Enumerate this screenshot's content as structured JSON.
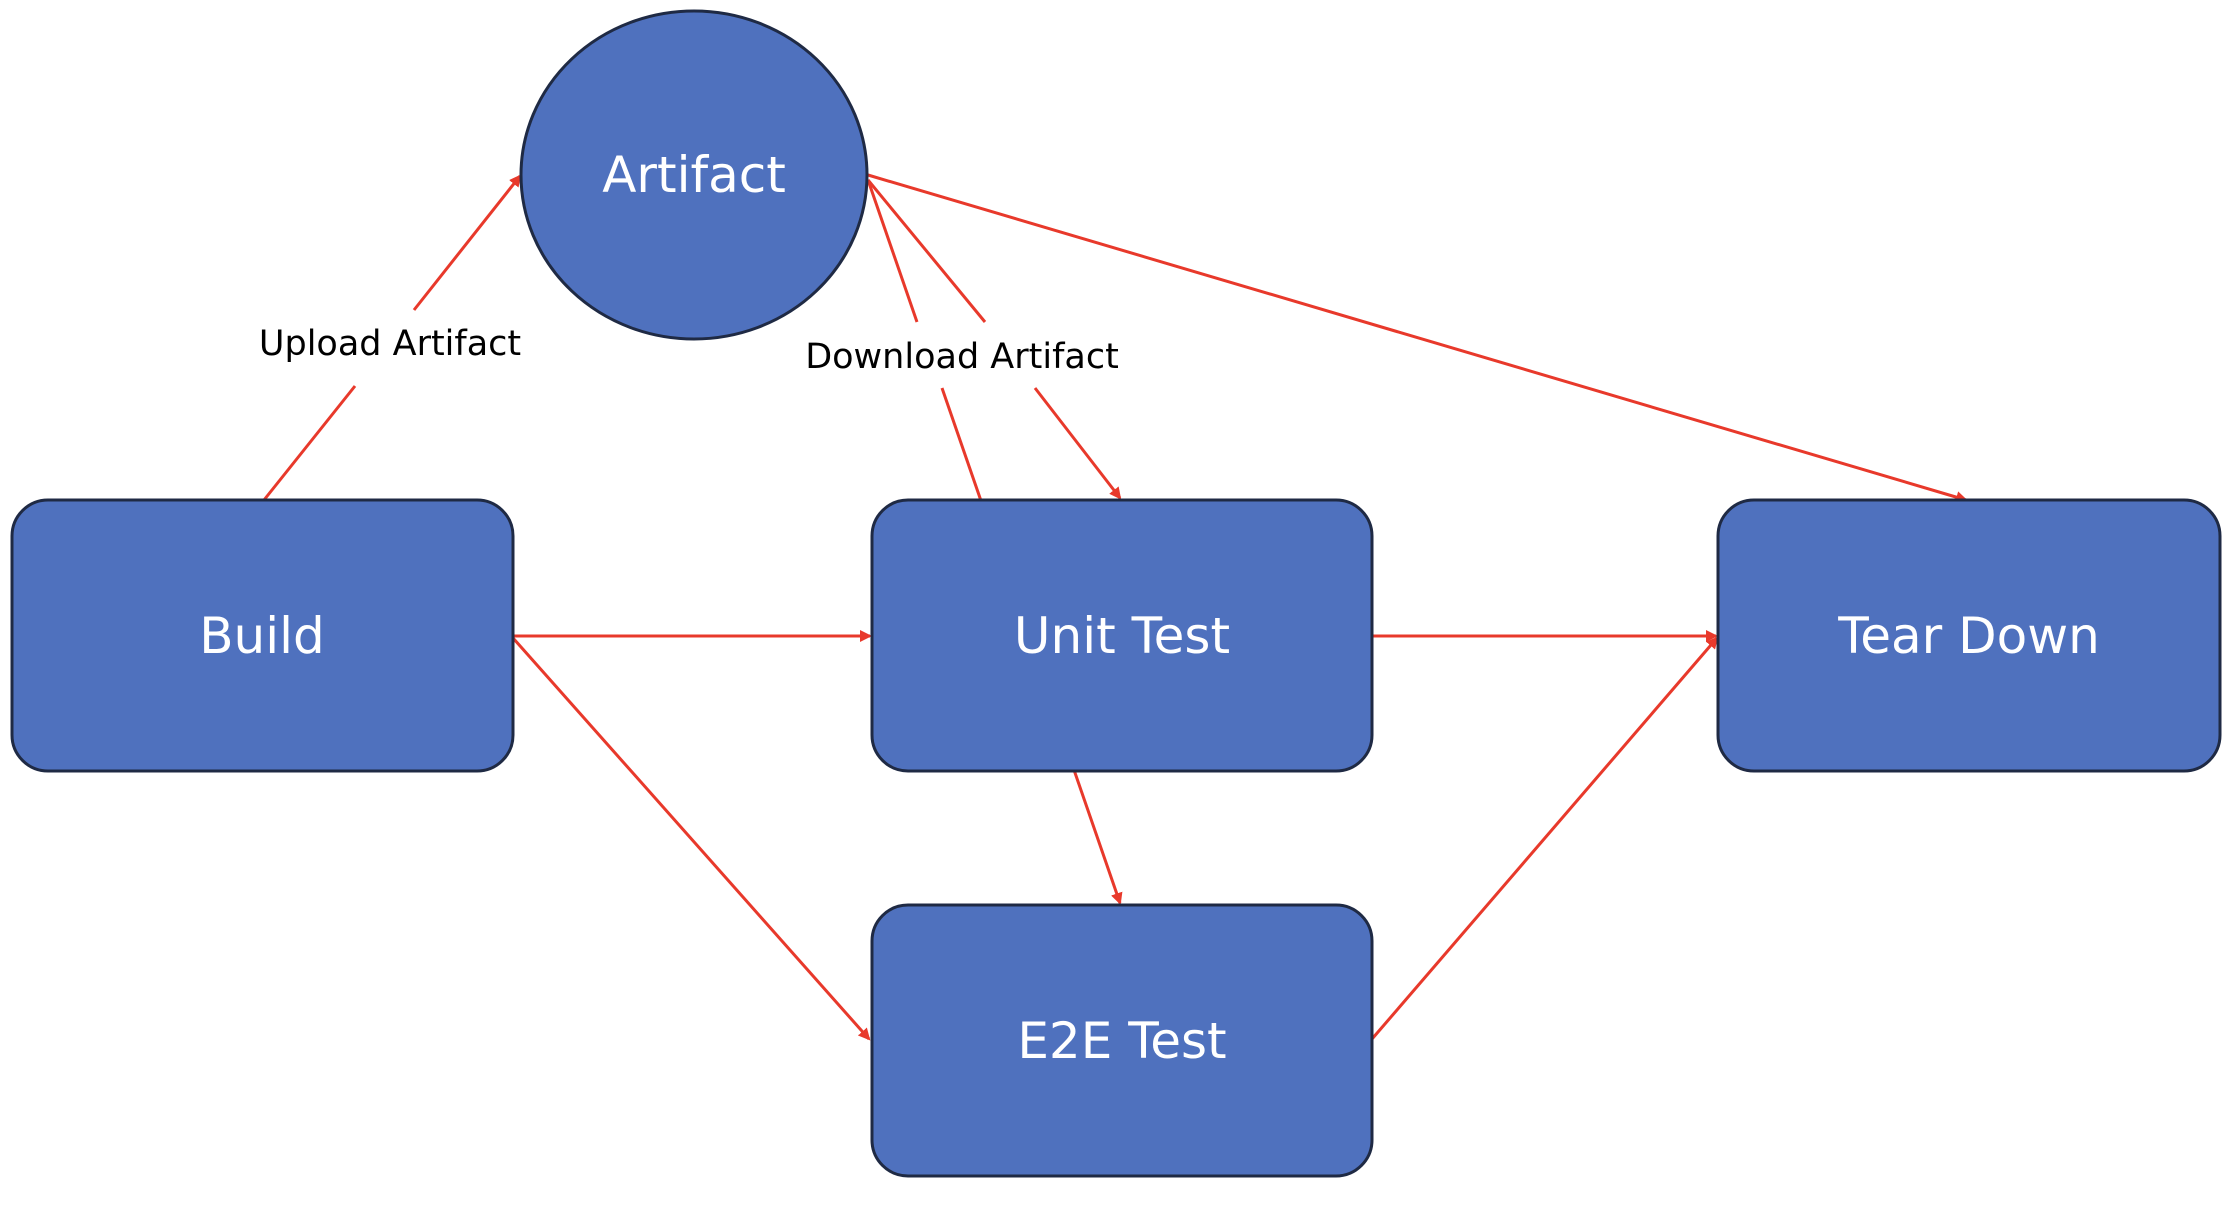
{
  "colors": {
    "node_fill": "#4f71be",
    "node_stroke": "#1f2a44",
    "edge": "#e8392b",
    "label_text": "#000000",
    "node_text": "#ffffff"
  },
  "nodes": {
    "artifact": {
      "label": "Artifact",
      "shape": "ellipse"
    },
    "build": {
      "label": "Build",
      "shape": "rounded-rectangle"
    },
    "unit_test": {
      "label": "Unit Test",
      "shape": "rounded-rectangle"
    },
    "tear_down": {
      "label": "Tear Down",
      "shape": "rounded-rectangle"
    },
    "e2e_test": {
      "label": "E2E Test",
      "shape": "rounded-rectangle"
    }
  },
  "edge_labels": {
    "upload": "Upload Artifact",
    "download": "Download Artifact"
  },
  "edges": [
    {
      "from": "build",
      "to": "artifact",
      "label": "Upload Artifact"
    },
    {
      "from": "artifact",
      "to": "unit_test",
      "label": "Download Artifact"
    },
    {
      "from": "artifact",
      "to": "e2e_test",
      "label": "Download Artifact"
    },
    {
      "from": "artifact",
      "to": "tear_down"
    },
    {
      "from": "build",
      "to": "unit_test"
    },
    {
      "from": "build",
      "to": "e2e_test"
    },
    {
      "from": "unit_test",
      "to": "tear_down"
    },
    {
      "from": "e2e_test",
      "to": "tear_down"
    }
  ]
}
